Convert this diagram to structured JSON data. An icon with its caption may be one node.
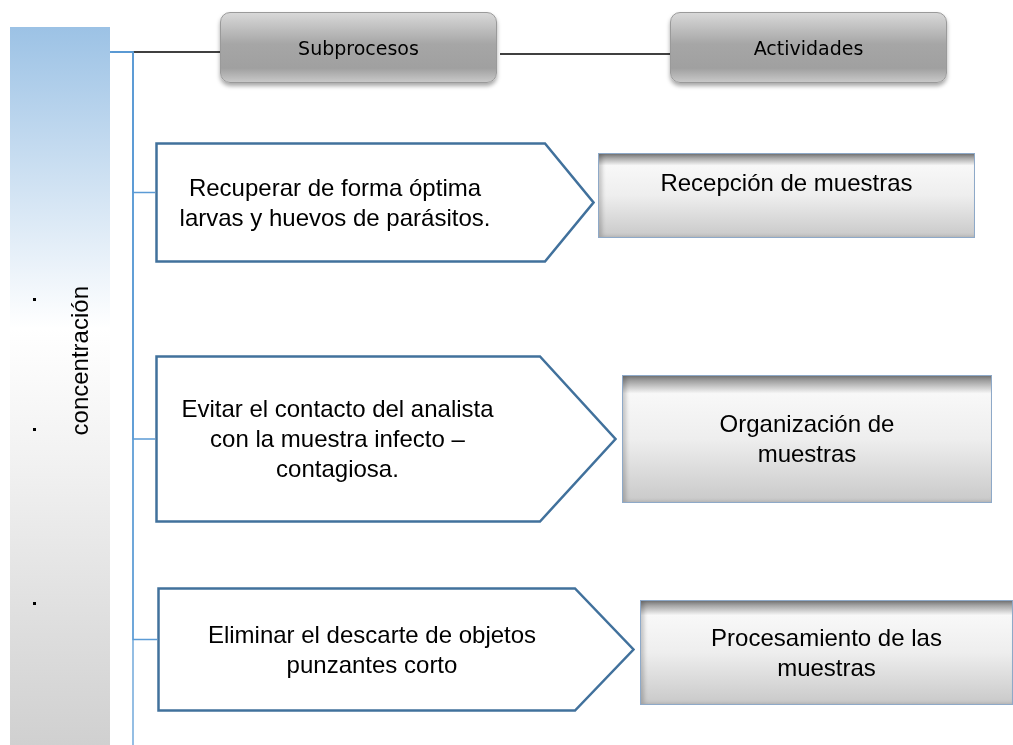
{
  "diagram": {
    "nodes": [
      {
        "text": [
          "concentración"
        ]
      },
      {
        "text": [
          "Subprocesos"
        ]
      },
      {
        "text": [
          "Actividades"
        ]
      },
      {
        "text": [
          "Recuperar de forma óptima larvas y huevos de parásitos."
        ]
      },
      {
        "text": [
          "Recepción de muestras"
        ]
      },
      {
        "text": [
          "Evitar el contacto del analista con la muestra infecto – contagiosa."
        ]
      },
      {
        "text": [
          "Organización de muestras"
        ]
      },
      {
        "text": [
          "Eliminar el descarte de objetos punzantes corto"
        ]
      },
      {
        "text": [
          "Procesamiento de las muestras"
        ]
      }
    ],
    "edges": [
      {
        "from": 0,
        "to": 1,
        "arrow": "none",
        "color": "#000000"
      },
      {
        "from": 1,
        "to": 2,
        "arrow": "none",
        "color": "#000000"
      },
      {
        "from": 0,
        "to": 3,
        "arrow": "none"
      },
      {
        "from": 0,
        "to": 5,
        "arrow": "none"
      },
      {
        "from": 0,
        "to": 7,
        "arrow": "none"
      }
    ]
  }
}
